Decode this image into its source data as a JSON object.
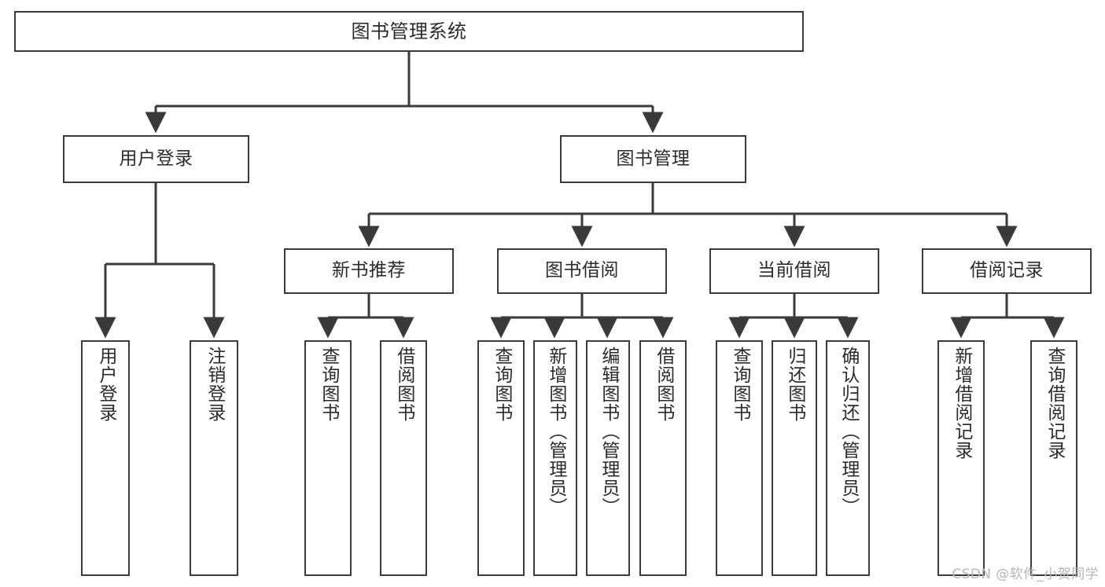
{
  "diagram": {
    "type": "tree-hierarchy",
    "title": "图书管理系统",
    "watermark": "CSDN @软件_小贺同学",
    "stroke_color": "#3a3a3a",
    "text_color": "#2b2b2b",
    "background_color": "#ffffff"
  },
  "nodes": {
    "root": {
      "label": "图书管理系统",
      "level": 0
    },
    "level1": [
      {
        "id": "user-login",
        "label": "用户登录",
        "level": 1
      },
      {
        "id": "book-manage",
        "label": "图书管理",
        "level": 1
      }
    ],
    "level2": [
      {
        "id": "new-book-recommend",
        "label": "新书推荐",
        "level": 2,
        "parent": "book-manage"
      },
      {
        "id": "book-borrow",
        "label": "图书借阅",
        "level": 2,
        "parent": "book-manage"
      },
      {
        "id": "current-borrow",
        "label": "当前借阅",
        "level": 2,
        "parent": "book-manage"
      },
      {
        "id": "borrow-record",
        "label": "借阅记录",
        "level": 2,
        "parent": "book-manage"
      }
    ],
    "leaves": [
      {
        "id": "leaf-user-login",
        "label": "用户登录",
        "parent": "user-login"
      },
      {
        "id": "leaf-logout",
        "label": "注销登录",
        "parent": "user-login"
      },
      {
        "id": "leaf-query-book-1",
        "label": "查询图书",
        "parent": "new-book-recommend"
      },
      {
        "id": "leaf-borrow-book-1",
        "label": "借阅图书",
        "parent": "new-book-recommend"
      },
      {
        "id": "leaf-query-book-2",
        "label": "查询图书",
        "parent": "book-borrow"
      },
      {
        "id": "leaf-add-book",
        "label": "新增图书（管理员）",
        "parent": "book-borrow"
      },
      {
        "id": "leaf-edit-book",
        "label": "编辑图书（管理员）",
        "parent": "book-borrow"
      },
      {
        "id": "leaf-borrow-book-2",
        "label": "借阅图书",
        "parent": "book-borrow"
      },
      {
        "id": "leaf-query-book-3",
        "label": "查询图书",
        "parent": "current-borrow"
      },
      {
        "id": "leaf-return-book",
        "label": "归还图书",
        "parent": "current-borrow"
      },
      {
        "id": "leaf-confirm-return",
        "label": "确认归还（管理员）",
        "parent": "current-borrow"
      },
      {
        "id": "leaf-add-record",
        "label": "新增借阅记录",
        "parent": "borrow-record"
      },
      {
        "id": "leaf-query-record",
        "label": "查询借阅记录",
        "parent": "borrow-record"
      }
    ]
  }
}
